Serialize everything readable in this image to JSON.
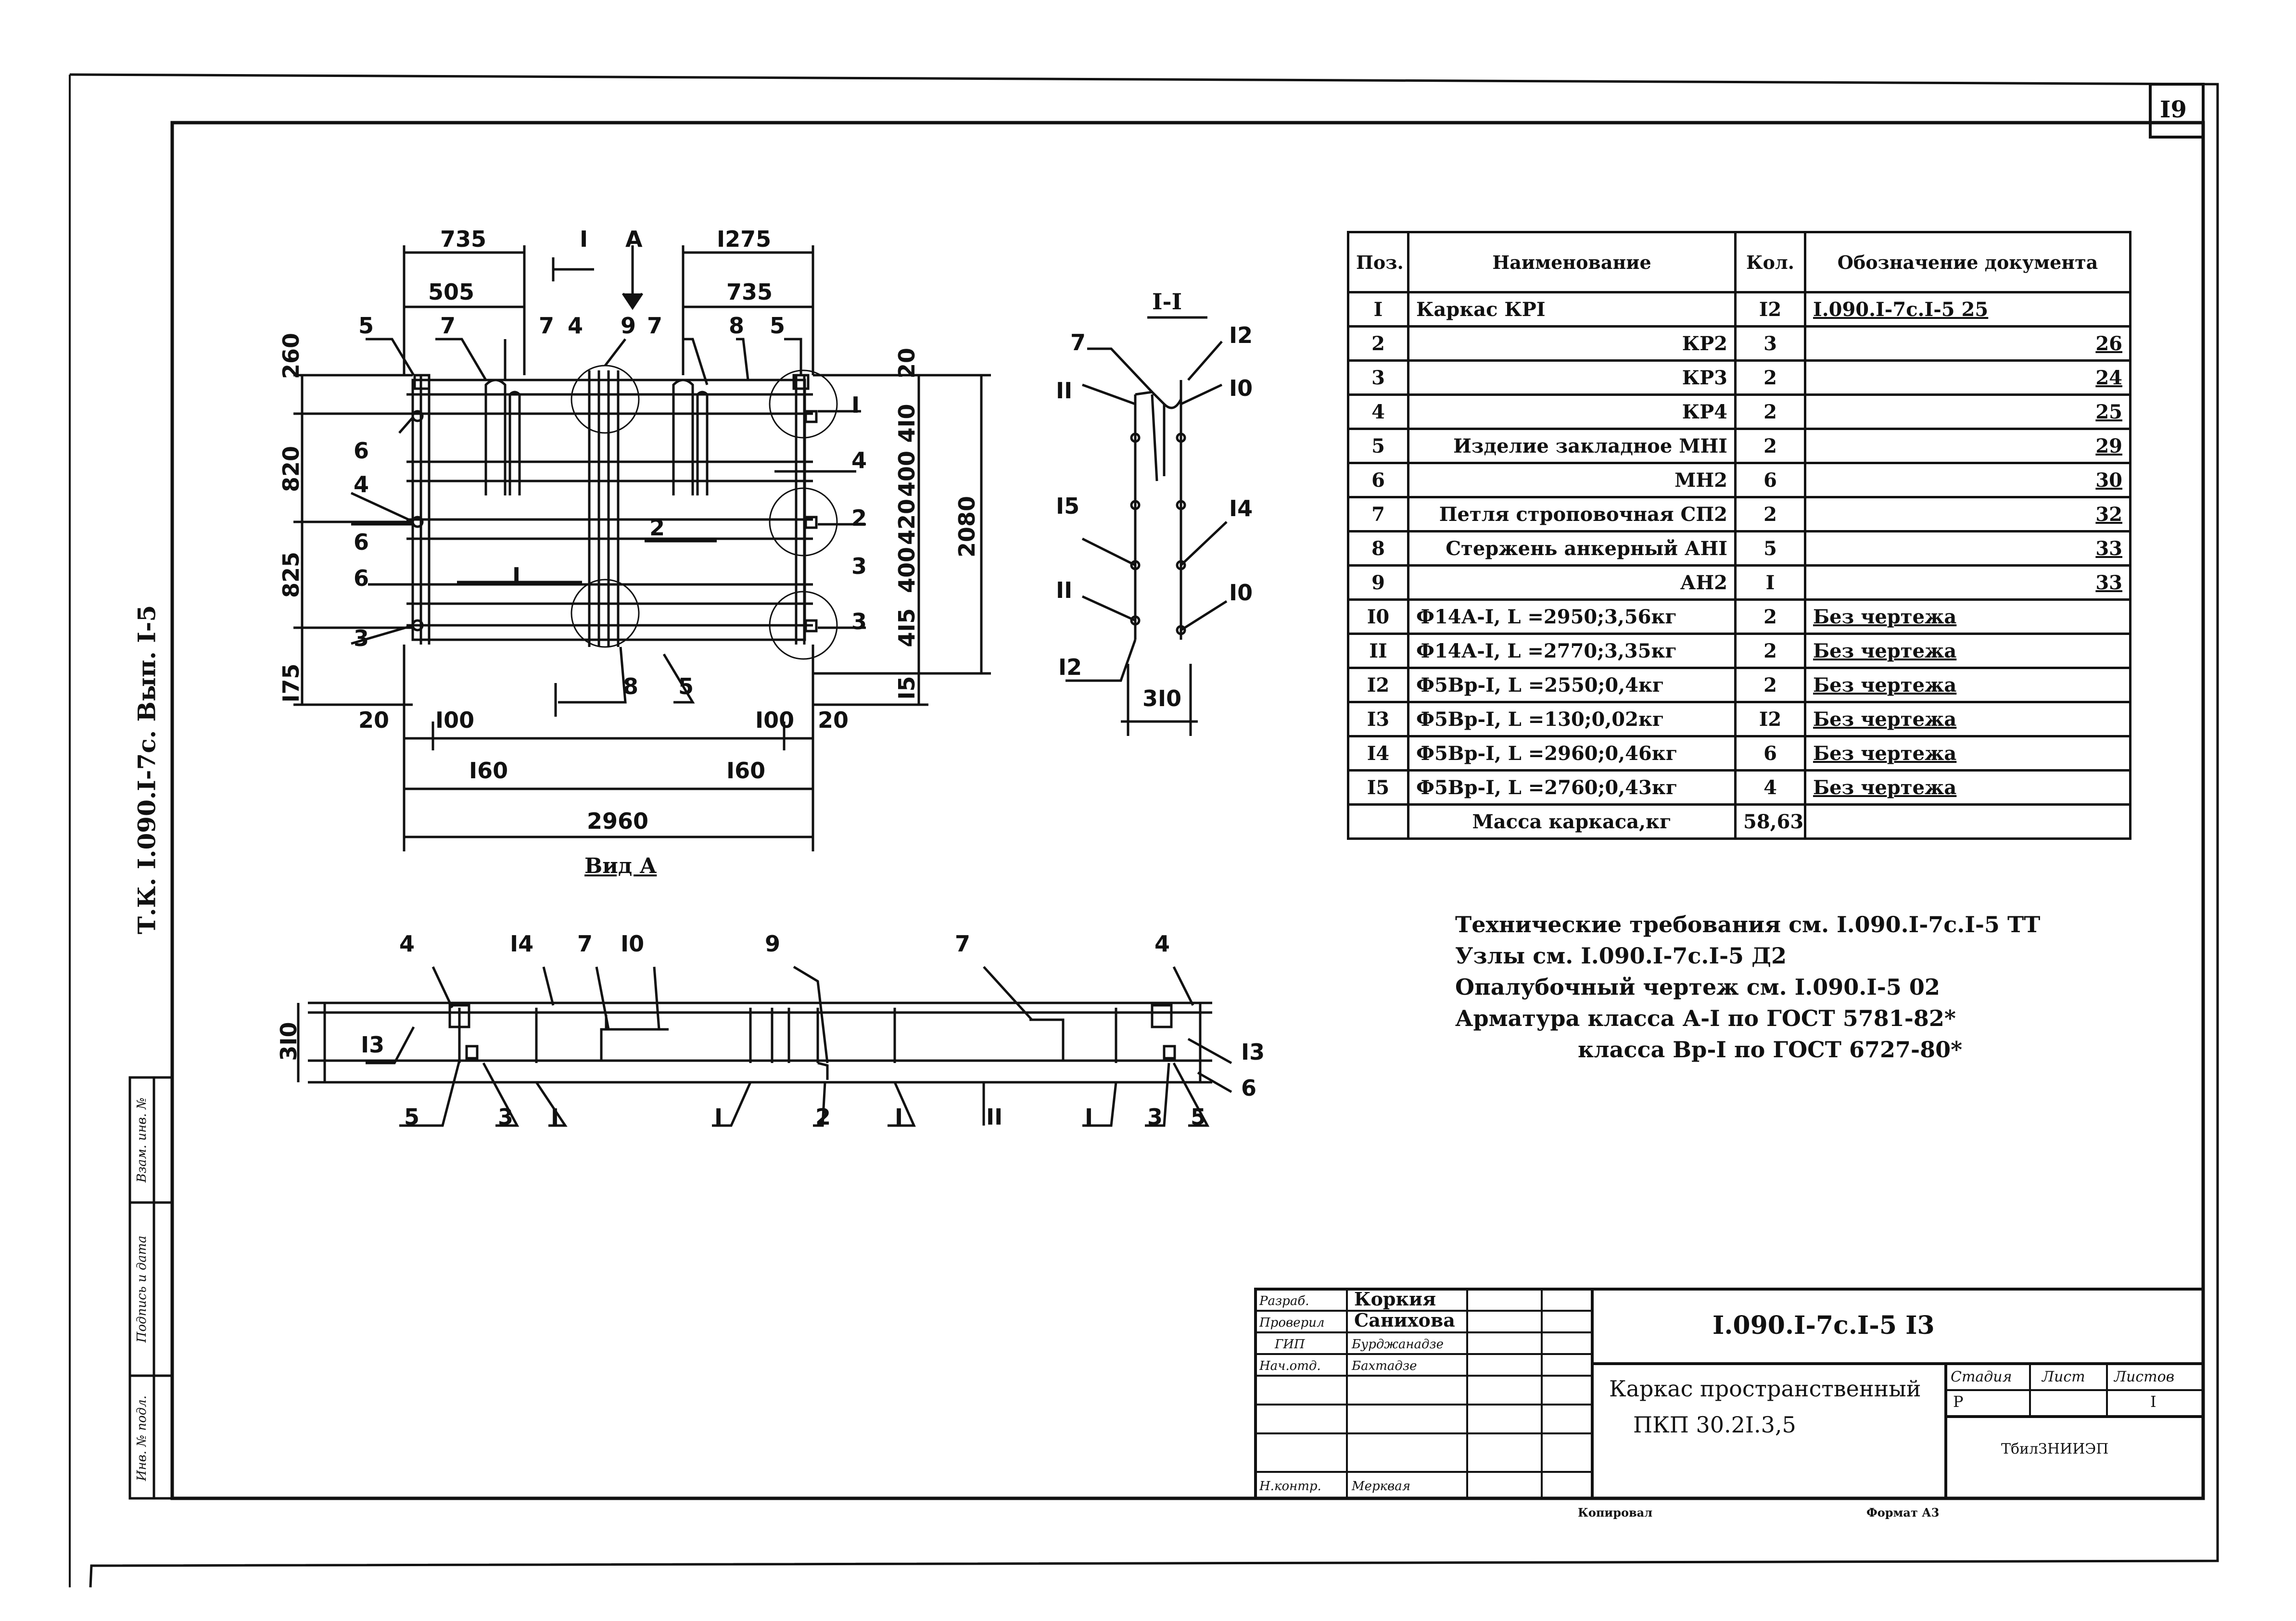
{
  "sheet_number": "I9",
  "side_designation": "Т.К. I.090.I-7с. Вып. I-5",
  "side_stamp": [
    "Инв. № подл.",
    "Подпись и дата",
    "Взам. инв. №"
  ],
  "view_a": {
    "view_label": "I",
    "view_arrow": "А",
    "caption": "Вид А",
    "dims": {
      "top1": "735",
      "top2": "505",
      "top3": "I275",
      "top4": "735",
      "left1": "260",
      "left2": "820",
      "left3": "825",
      "left4": "I75",
      "right1": "20",
      "right2": "4I0",
      "right3": "400",
      "right4": "420",
      "right5": "400",
      "right6": "4I5",
      "right7": "I5",
      "overall_h": "2080",
      "bot_20a": "20",
      "bot_100a": "I00",
      "bot_100b": "I00",
      "bot_20b": "20",
      "bot_160a": "I60",
      "bot_160b": "I60",
      "overall_w": "2960"
    },
    "leaders": {
      "p5a": "5",
      "p7a": "7",
      "p7b": "7",
      "p4a": "4",
      "p9": "9",
      "p7c": "7",
      "p8a": "8",
      "p5b": "5",
      "p6a": "6",
      "p4b": "4",
      "p6b": "6",
      "p6c": "6",
      "p3a": "3",
      "p2a": "2",
      "p1": "I",
      "p8b": "8",
      "p5c": "5",
      "p1r": "I",
      "p4r": "4",
      "p2r": "2",
      "p3r": "3",
      "p3r2": "3"
    }
  },
  "section_1": {
    "title": "I-I",
    "dim": "3I0",
    "labels": {
      "l7": "7",
      "l12a": "I2",
      "l11a": "II",
      "l10a": "I0",
      "l15": "I5",
      "l14": "I4",
      "l11b": "II",
      "l10b": "I0",
      "l12b": "I2"
    }
  },
  "plan_view": {
    "dim": "3I0",
    "labels": {
      "t4a": "4",
      "t14": "I4",
      "t7a": "7",
      "t10": "I0",
      "t9": "9",
      "t7b": "7",
      "t4b": "4",
      "s13a": "I3",
      "s13b": "I3",
      "s6": "6",
      "b5a": "5",
      "b3a": "3",
      "b1a": "I",
      "b1b": "I",
      "b2": "2",
      "b1c": "I",
      "b11": "II",
      "b1d": "I",
      "b3b": "3",
      "b5b": "5"
    }
  },
  "spec_table": {
    "headers": [
      "Поз.",
      "Наименование",
      "Кол.",
      "Обозначение документа"
    ],
    "rows": [
      {
        "pos": "I",
        "name": "Каркас  КРI",
        "qty": "I2",
        "doc": "I.090.I-7с.I-5 25",
        "docstyle": "left"
      },
      {
        "pos": "2",
        "name": "КР2",
        "qty": "3",
        "doc": "26",
        "docstyle": "right"
      },
      {
        "pos": "3",
        "name": "КР3",
        "qty": "2",
        "doc": "24",
        "docstyle": "right"
      },
      {
        "pos": "4",
        "name": "КР4",
        "qty": "2",
        "doc": "25",
        "docstyle": "right"
      },
      {
        "pos": "5",
        "name": "Изделие закладное  МНI",
        "qty": "2",
        "doc": "29",
        "docstyle": "right"
      },
      {
        "pos": "6",
        "name": "МН2",
        "qty": "6",
        "doc": "30",
        "docstyle": "right"
      },
      {
        "pos": "7",
        "name": "Петля строповочная  СП2",
        "qty": "2",
        "doc": "32",
        "docstyle": "right"
      },
      {
        "pos": "8",
        "name": "Стержень анкерный  АНI",
        "qty": "5",
        "doc": "33",
        "docstyle": "right"
      },
      {
        "pos": "9",
        "name": "АН2",
        "qty": "I",
        "doc": "33",
        "docstyle": "right"
      },
      {
        "pos": "I0",
        "name": "Ф14А-I, L =2950;3,56кг",
        "qty": "2",
        "doc": "Без чертежа",
        "docstyle": "left"
      },
      {
        "pos": "II",
        "name": "Ф14А-I, L =2770;3,35кг",
        "qty": "2",
        "doc": "Без чертежа",
        "docstyle": "left"
      },
      {
        "pos": "I2",
        "name": "Ф5Вр-I, L =2550;0,4кг",
        "qty": "2",
        "doc": "Без чертежа",
        "docstyle": "left"
      },
      {
        "pos": "I3",
        "name": "Ф5Вр-I, L =130;0,02кг",
        "qty": "I2",
        "doc": "Без чертежа",
        "docstyle": "left"
      },
      {
        "pos": "I4",
        "name": "Ф5Вр-I, L =2960;0,46кг",
        "qty": "6",
        "doc": "Без чертежа",
        "docstyle": "left"
      },
      {
        "pos": "I5",
        "name": "Ф5Вр-I, L =2760;0,43кг",
        "qty": "4",
        "doc": "Без чертежа",
        "docstyle": "left"
      },
      {
        "pos": "",
        "name": "Масса каркаса,кг",
        "qty": "58,63",
        "doc": "",
        "docstyle": "left"
      }
    ]
  },
  "notes": [
    "Технические требования см. I.090.I-7с.I-5 ТТ",
    "Узлы см. I.090.I-7с.I-5 Д2",
    "Опалубочный чертеж см. I.090.I-5 02",
    "Арматура класса А-I по ГОСТ 5781-82*",
    "класса Вр-I по ГОСТ 6727-80*"
  ],
  "title_block": {
    "document_code": "I.090.I-7с.I-5 I3",
    "title_line1": "Каркас пространственный",
    "title_line2": "ПКП 30.2I.3,5",
    "roles": [
      "Разраб.",
      "Проверил",
      "ГИП",
      "Нач.отд.",
      "",
      "",
      "Н.контр."
    ],
    "names": [
      "Коркия",
      "Санихова",
      "Бурджанадзе",
      "Бахтадзе",
      "",
      "",
      "Мерквая"
    ],
    "stage_header": "Стадия",
    "sheet_header": "Лист",
    "sheets_header": "Листов",
    "stage": "Р",
    "sheets_total": "I",
    "organization": "ТбилЗНИИЭП",
    "copied": "Копировал",
    "format": "Формат А3"
  }
}
